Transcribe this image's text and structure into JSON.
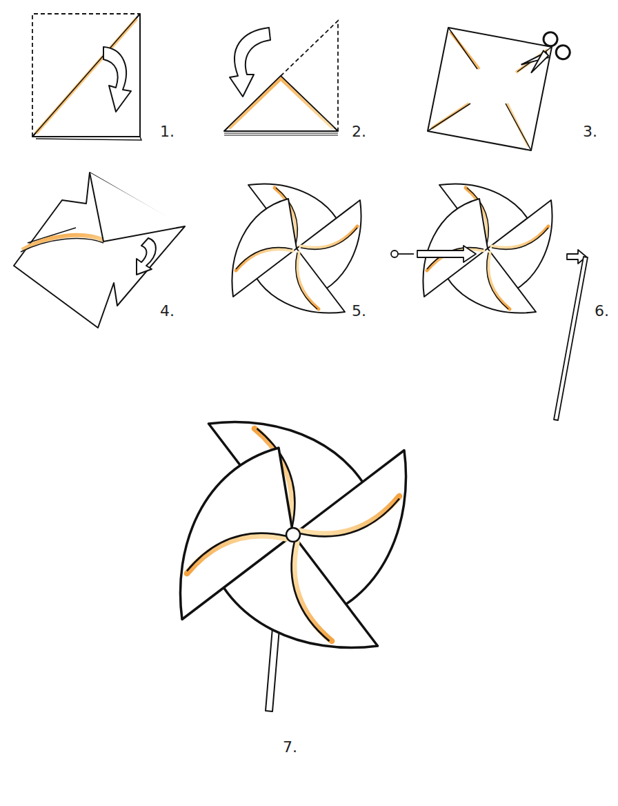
{
  "diagram": {
    "labels": [
      "1.",
      "2.",
      "3.",
      "4.",
      "5.",
      "6.",
      "7."
    ]
  }
}
